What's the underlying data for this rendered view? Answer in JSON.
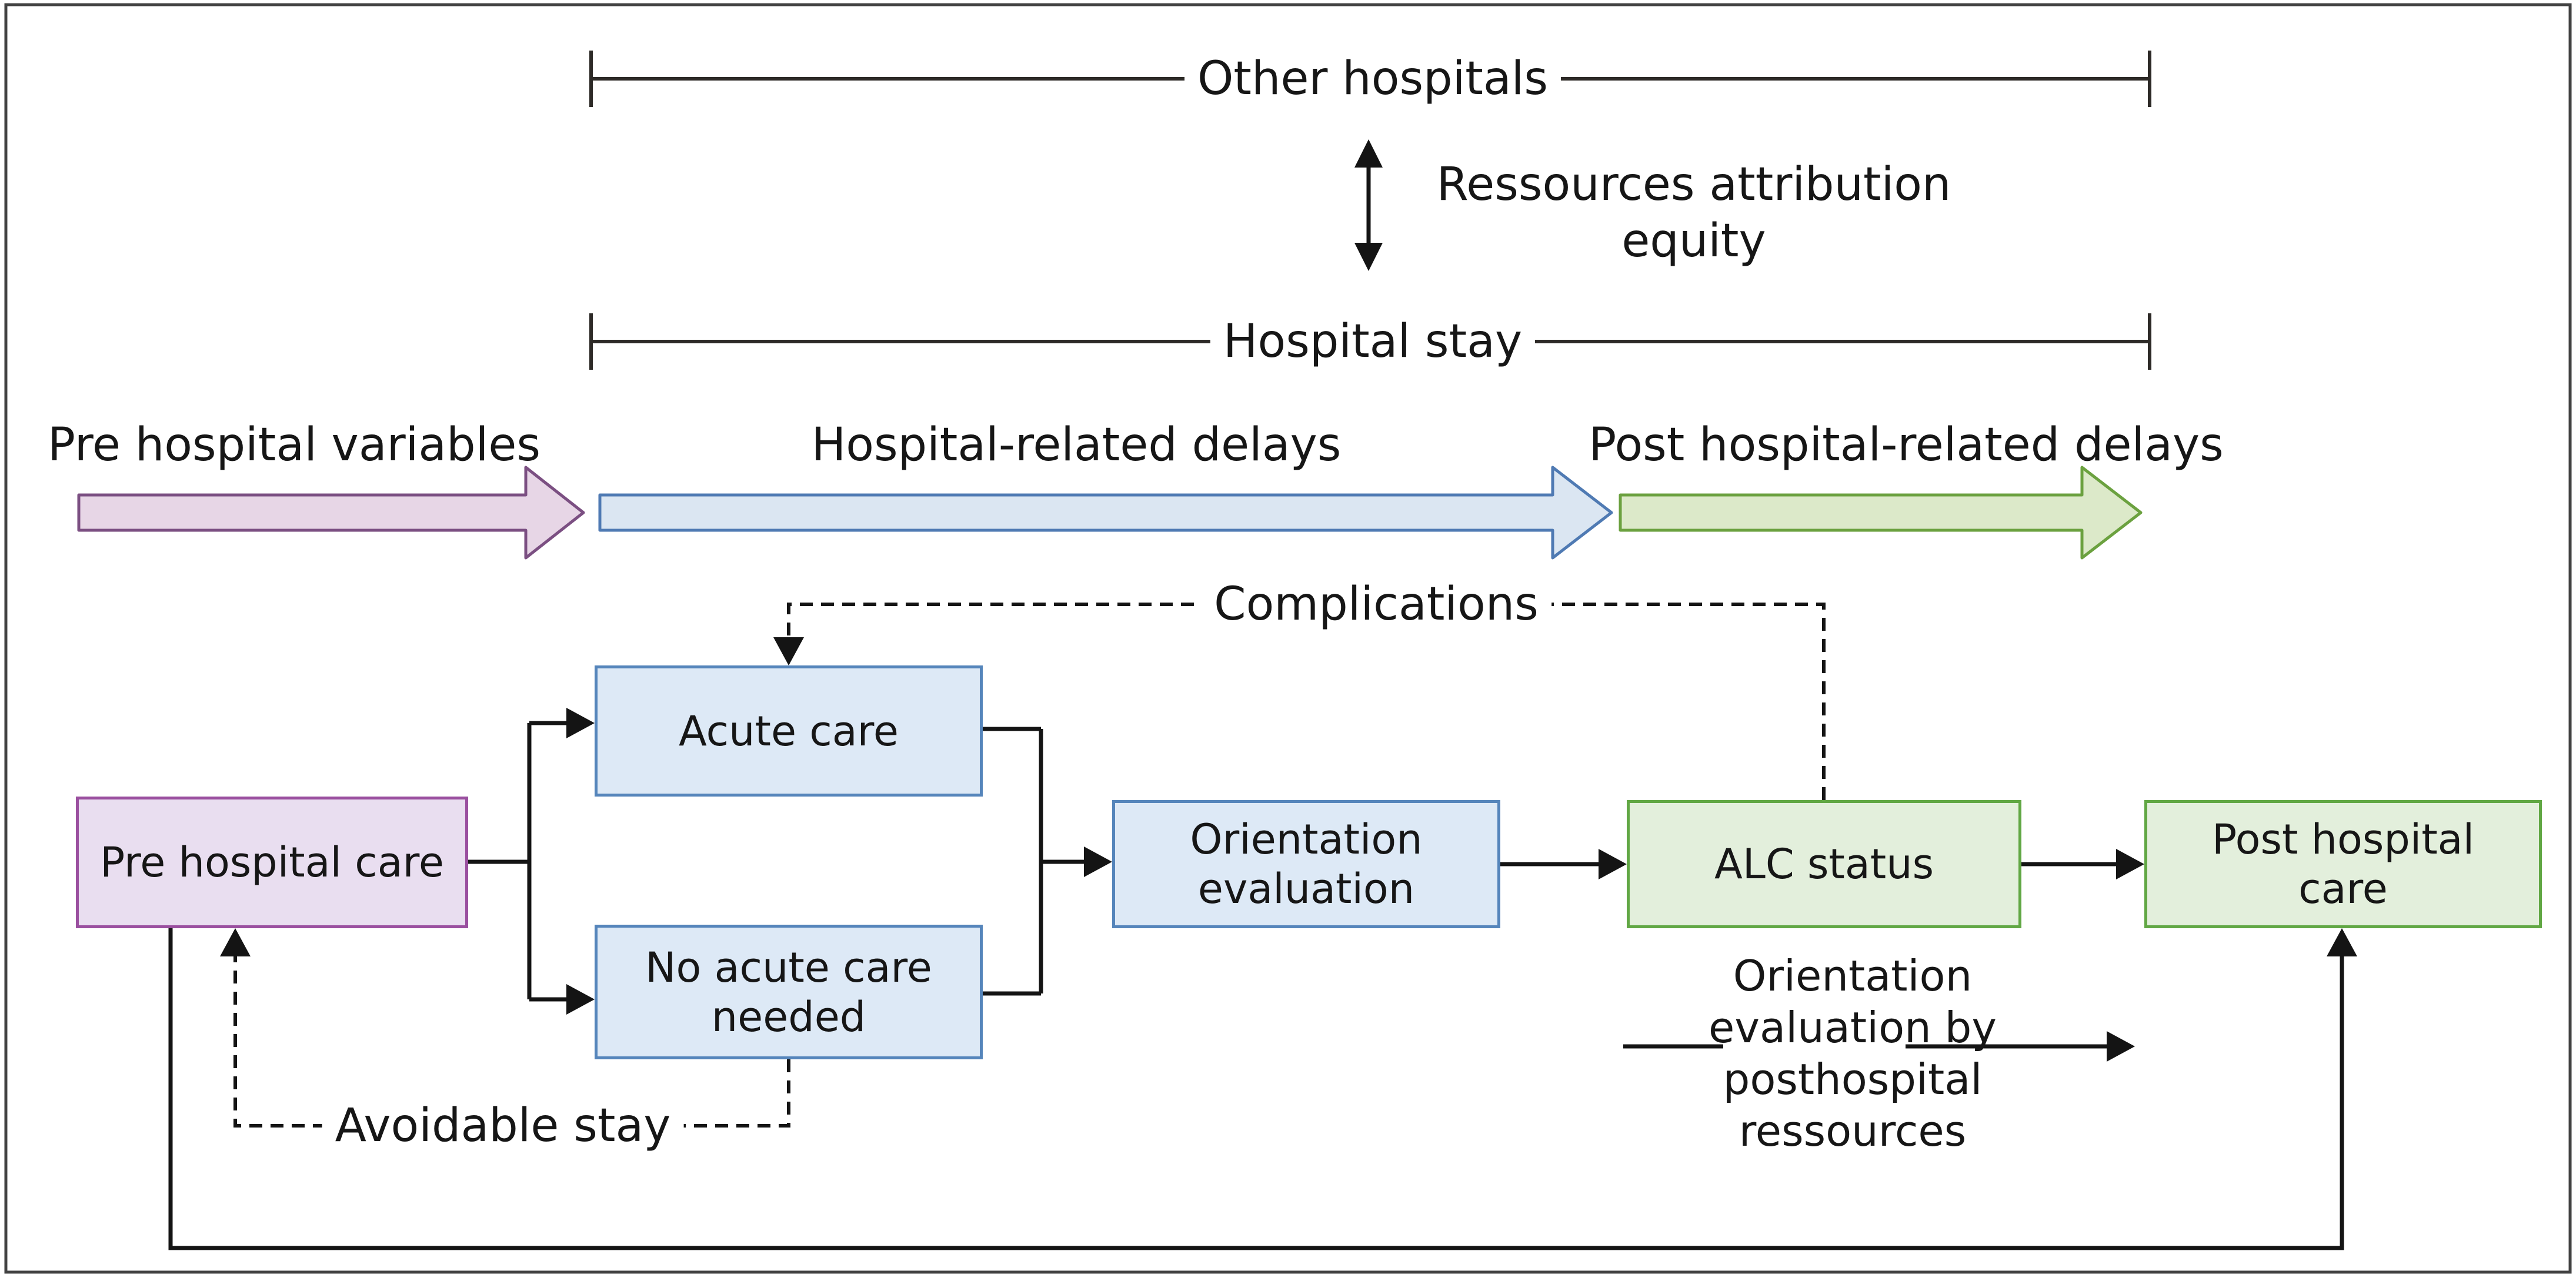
{
  "figure": {
    "title_region": {
      "other_hospitals_bracket": "Other hospitals",
      "hospital_stay_bracket": "Hospital stay",
      "equity_label": "Ressources attribution\nequity"
    },
    "phase_labels": {
      "pre": "Pre hospital variables",
      "hospital": "Hospital-related delays",
      "post": "Post hospital-related delays"
    },
    "nodes": {
      "pre_hospital_care": "Pre hospital care",
      "acute_care": "Acute care",
      "no_acute_care": "No acute care\nneeded",
      "orientation_evaluation": "Orientation\nevaluation",
      "alc_status": "ALC status",
      "post_hospital_care": "Post hospital\ncare"
    },
    "edge_labels": {
      "complications": "Complications",
      "avoidable_stay": "Avoidable stay",
      "posthospital_orientation": "Orientation\nevaluation by\nposthospital\nressources"
    },
    "colors": {
      "pre_arrow_fill": "#e7d6e6",
      "pre_arrow_stroke": "#7b4f82",
      "hospital_arrow_fill": "#dbe6f2",
      "hospital_arrow_stroke": "#4f7ab3",
      "post_arrow_fill": "#dce9c9",
      "post_arrow_stroke": "#6ba13f",
      "node_purple_fill": "#e9def0",
      "node_purple_stroke": "#9a4f9f",
      "node_blue_fill": "#dde9f6",
      "node_blue_stroke": "#5585bb",
      "node_green_fill": "#e3efdc",
      "node_green_stroke": "#61a744",
      "line": "#141414"
    }
  }
}
